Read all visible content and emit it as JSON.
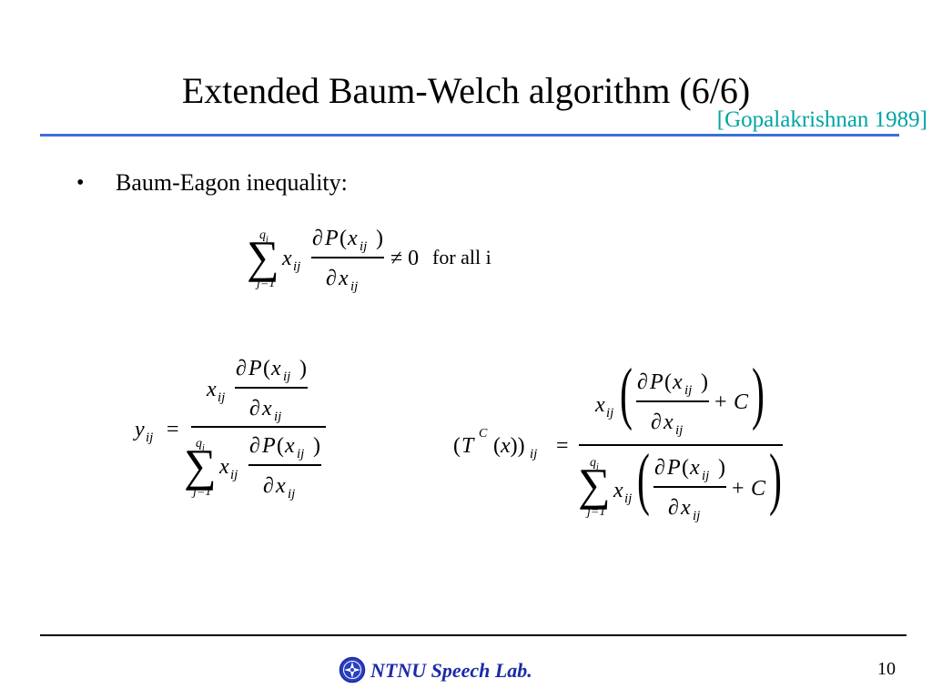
{
  "slide": {
    "title": "Extended Baum-Welch algorithm (6/6)",
    "citation": "[Gopalakrishnan 1989]",
    "bullet_marker": "•",
    "bullet_text": "Baum-Eagon inequality:"
  },
  "eq1": {
    "sum_upper": "q",
    "sum_upper_sub": "i",
    "sum_lower": "j=1",
    "var": "x",
    "var_sub": "ij",
    "num_partial": "∂",
    "num_func": "P",
    "num_open": "(",
    "num_var": "x",
    "num_var_sub": "ij",
    "num_close": ")",
    "den_partial": "∂",
    "den_var": "x",
    "den_var_sub": "ij",
    "relation": "≠ 0",
    "condition": "for all i"
  },
  "eq2": {
    "lhs": "y",
    "lhs_sub": "ij",
    "equals": "=",
    "num_coeff": "x",
    "num_coeff_sub": "ij",
    "partial": "∂",
    "func": "P",
    "open": "(",
    "arg": "x",
    "arg_sub": "ij",
    "close": ")",
    "den_sum_upper": "q",
    "den_sum_upper_sub": "i",
    "den_sum_lower": "j=1"
  },
  "eq3": {
    "lhs_open": "(",
    "lhs_op": "T",
    "lhs_sup": "C",
    "lhs_arg": "(x))",
    "lhs_sub": "ij",
    "equals": "=",
    "plus": "+",
    "constant": "C",
    "coeff": "x",
    "coeff_sub": "ij",
    "partial": "∂",
    "func": "P",
    "open": "(",
    "arg": "x",
    "arg_sub": "ij",
    "close": ")",
    "sum_upper": "q",
    "sum_upper_sub": "i",
    "sum_lower": "j=1",
    "big_open": "(",
    "big_close": ")"
  },
  "footer": {
    "lab_name": "NTNU Speech Lab.",
    "page_number": "10"
  },
  "colors": {
    "citation": "#00a3a3",
    "title_rule": "#3b6fd6",
    "footer_text": "#1a2aa8"
  },
  "icons": {
    "footer_logo": "ntnu-logo-icon"
  }
}
